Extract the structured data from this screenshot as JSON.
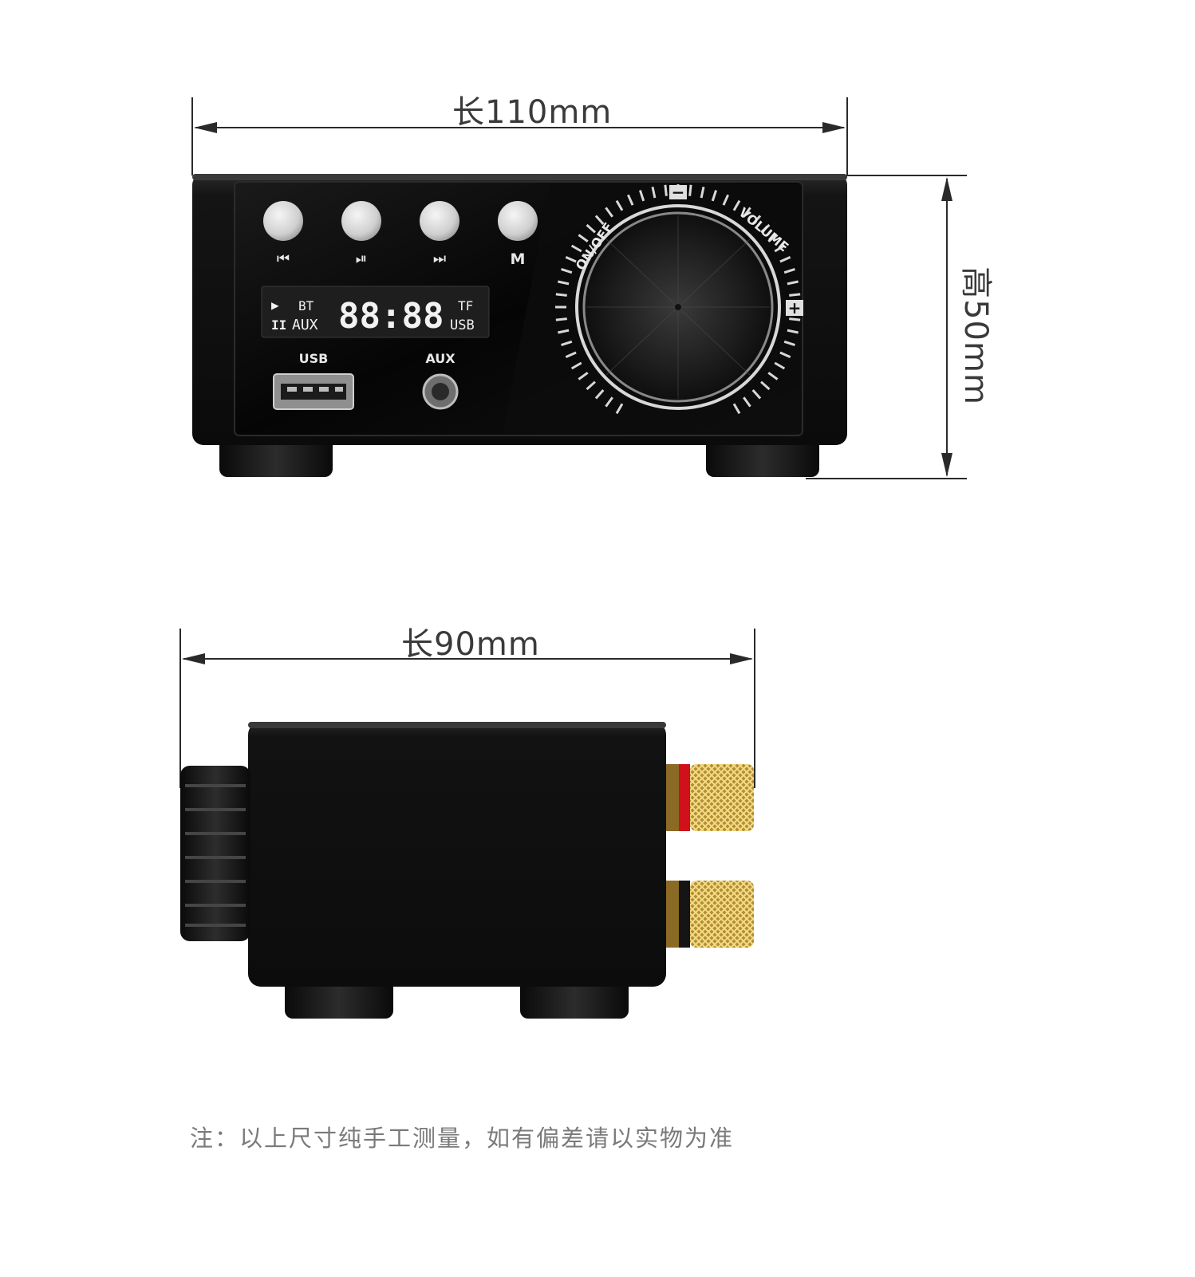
{
  "front_view": {
    "length_label": "长110mm",
    "height_label": "高50mm",
    "buttons": [
      {
        "icon": "skip-previous-icon",
        "glyph": "⏮"
      },
      {
        "icon": "play-pause-icon",
        "glyph": "⏯"
      },
      {
        "icon": "skip-next-icon",
        "glyph": "⏭"
      },
      {
        "icon": "mode-icon",
        "glyph": "M"
      }
    ],
    "display": {
      "play_glyph": "▶",
      "pause_glyph": "II",
      "left_top": "BT",
      "left_bottom": "AUX",
      "digits": "88:88",
      "right_top": "TF",
      "right_bottom": "USB"
    },
    "usb_label": "USB",
    "aux_label": "AUX",
    "knob": {
      "on_off_label": "ON/OFF",
      "volume_label": "VOLUME",
      "minus": "−",
      "plus": "+"
    }
  },
  "side_view": {
    "length_label": "长90mm"
  },
  "note": "注：以上尺寸纯手工测量，如有偏差请以实物为准",
  "colors": {
    "body": "#111111",
    "panel": "#060606",
    "dim_line": "#2a2a2a",
    "red_ring": "#d0101a",
    "gold": "#c9a54a"
  }
}
